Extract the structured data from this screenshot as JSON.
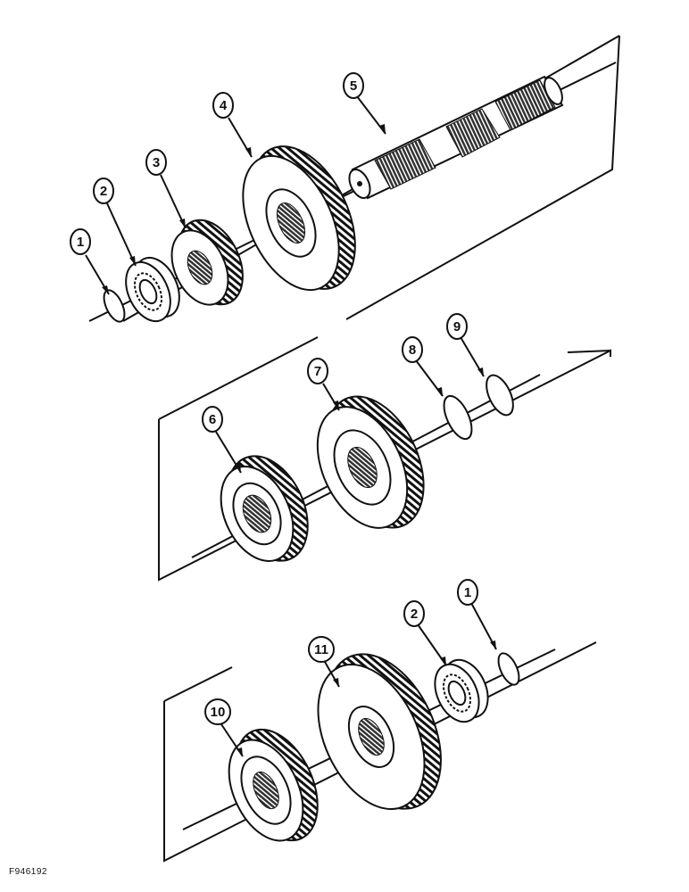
{
  "figure_id": "F946192",
  "callouts": {
    "c1a": "1",
    "c2a": "2",
    "c3": "3",
    "c4": "4",
    "c5": "5",
    "c6": "6",
    "c7": "7",
    "c8": "8",
    "c9": "9",
    "c10": "10",
    "c11": "11",
    "c2b": "2",
    "c1b": "1"
  }
}
